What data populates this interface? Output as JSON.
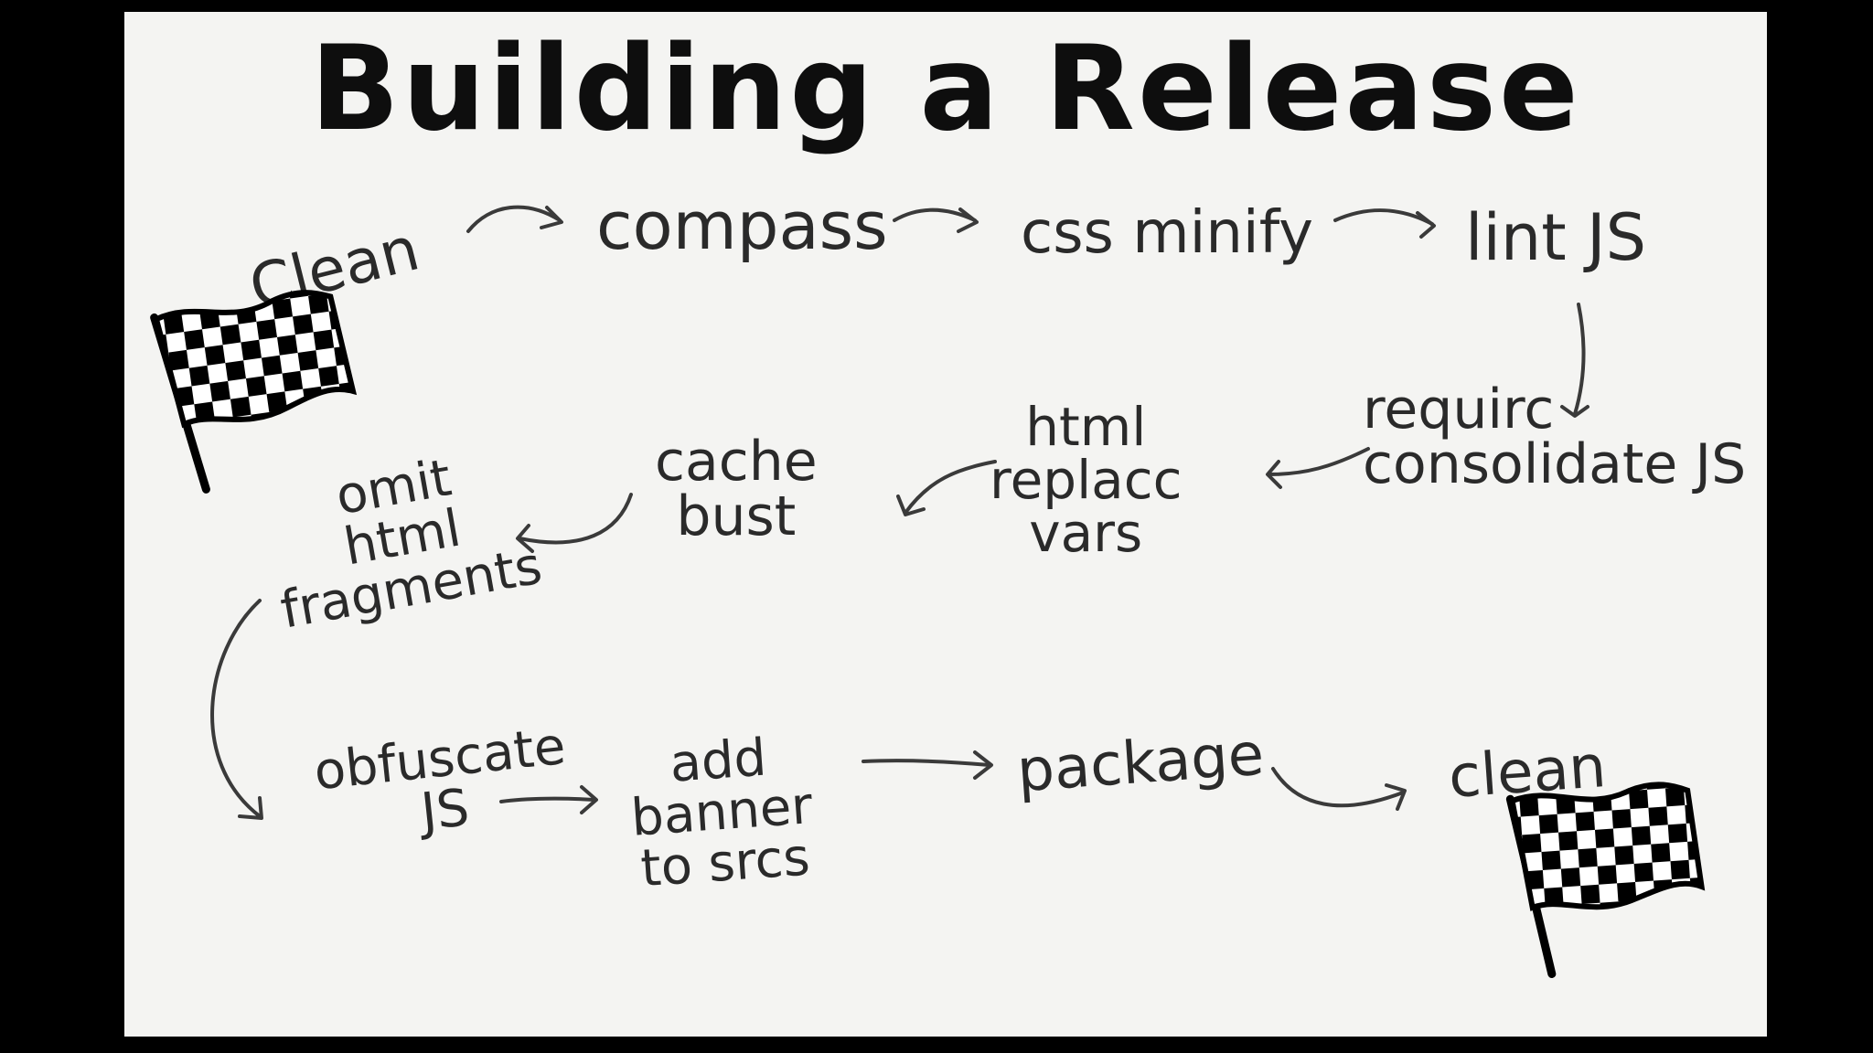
{
  "title": "Building a Release",
  "steps": [
    {
      "id": "clean-start",
      "lines": [
        "Clean"
      ]
    },
    {
      "id": "compass",
      "lines": [
        "compass"
      ]
    },
    {
      "id": "css-minify",
      "lines": [
        "css minify"
      ]
    },
    {
      "id": "lint-js",
      "lines": [
        "lint JS"
      ]
    },
    {
      "id": "requirejs",
      "lines": [
        "requirc",
        "consolidate JS"
      ]
    },
    {
      "id": "html-replace",
      "lines": [
        "html",
        "replacc",
        "vars"
      ]
    },
    {
      "id": "cache-bust",
      "lines": [
        "cache",
        "bust"
      ]
    },
    {
      "id": "omit-fragments",
      "lines": [
        "omit",
        "html",
        "fragments"
      ]
    },
    {
      "id": "obfuscate",
      "lines": [
        "obfuscate",
        "JS"
      ]
    },
    {
      "id": "add-banner",
      "lines": [
        "add",
        "banner",
        "to srcs"
      ]
    },
    {
      "id": "package",
      "lines": [
        "package"
      ]
    },
    {
      "id": "clean-end",
      "lines": [
        "clean"
      ]
    }
  ],
  "icons": {
    "start": "checkered-flag-icon",
    "end": "checkered-flag-icon",
    "arrow": "curved-arrow-icon"
  },
  "colors": {
    "background": "#000000",
    "slide": "#f4f4f2",
    "ink": "#0e0e0e"
  }
}
